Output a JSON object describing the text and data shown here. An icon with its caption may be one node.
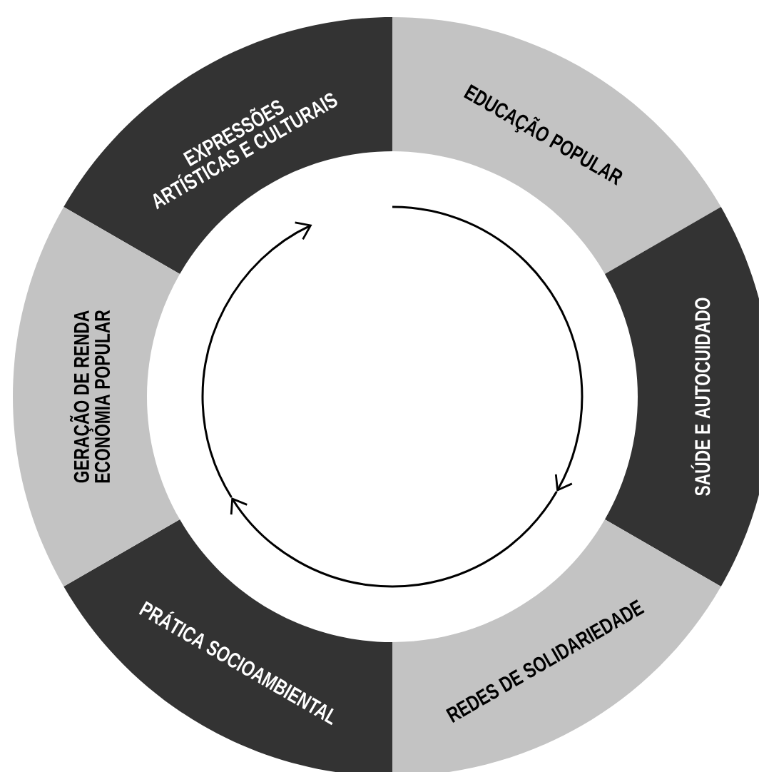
{
  "diagram": {
    "nodes": [
      {
        "text": [
          "EXPRESSÕES ARTÍSTICAS E CULTURAIS"
        ]
      },
      {
        "text": [
          "EDUCAÇÃO POPULAR"
        ]
      },
      {
        "text": [
          "SAÚDE E AUTOCUIDADO"
        ]
      },
      {
        "text": [
          "REDES DE SOLIDARIEDADE"
        ]
      },
      {
        "text": [
          "PRÁTICA SOCIOAMBIENTAL"
        ]
      },
      {
        "text": [
          "GERAÇÃO DE RENDA ECONOMIA POPULAR"
        ]
      }
    ]
  }
}
